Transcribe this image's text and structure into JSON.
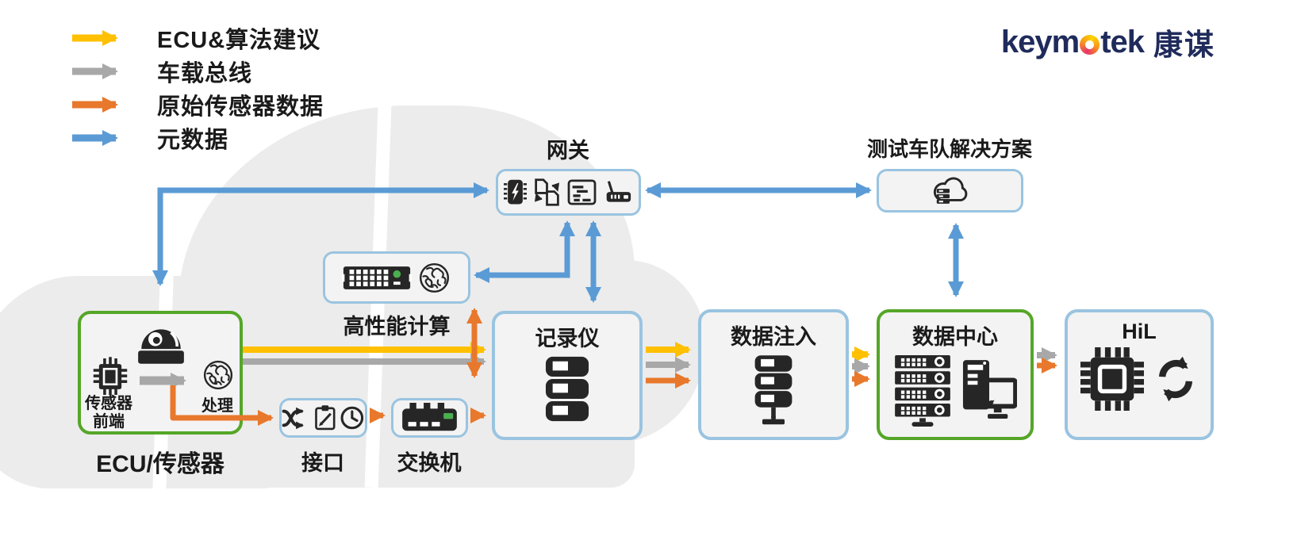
{
  "colors": {
    "yellow": "#FFC000",
    "gray": "#A8A8A8",
    "orange": "#E8782C",
    "blue": "#5B9BD5",
    "box_border": "#9AC4E0",
    "green": "#55A628",
    "box_fill": "#F3F3F3",
    "ink": "#262626",
    "blob": "#ECECEC",
    "navy": "#1F2B5B",
    "led": "#4BAE4F"
  },
  "legend": {
    "items": [
      {
        "label": "ECU&算法建议",
        "color": "yellow"
      },
      {
        "label": "车载总线",
        "color": "gray"
      },
      {
        "label": "原始传感器数据",
        "color": "orange"
      },
      {
        "label": "元数据",
        "color": "blue"
      }
    ]
  },
  "logo": {
    "brand_pre": "keym",
    "brand_post": "tek",
    "brand_cn": "康谋"
  },
  "nodes": {
    "gateway": {
      "label": "网关"
    },
    "fleet": {
      "label": "测试车队解决方案"
    },
    "hpc": {
      "label": "高性能计算"
    },
    "ecu": {
      "label": "ECU/传感器",
      "sensor_front_line1": "传感器",
      "sensor_front_line2": "前端",
      "processing": "处理"
    },
    "interface": {
      "label": "接口"
    },
    "switch": {
      "label": "交换机"
    },
    "recorder": {
      "label": "记录仪"
    },
    "injection": {
      "label": "数据注入"
    },
    "datacenter": {
      "label": "数据中心"
    },
    "hil": {
      "label": "HiL"
    }
  },
  "flows": [
    {
      "from": "gateway",
      "to": "ecu",
      "type": "元数据",
      "color": "blue",
      "bidirectional": true
    },
    {
      "from": "gateway",
      "to": "hpc",
      "type": "元数据",
      "color": "blue",
      "bidirectional": true
    },
    {
      "from": "gateway",
      "to": "recorder",
      "type": "元数据",
      "color": "blue",
      "bidirectional": true
    },
    {
      "from": "gateway",
      "to": "fleet",
      "type": "元数据",
      "color": "blue",
      "bidirectional": true
    },
    {
      "from": "fleet",
      "to": "datacenter",
      "type": "元数据",
      "color": "blue",
      "bidirectional": true
    },
    {
      "from": "ecu",
      "to": "recorder",
      "type": "ECU&算法建议",
      "color": "yellow",
      "bidirectional": false
    },
    {
      "from": "ecu",
      "to": "recorder",
      "type": "车载总线",
      "color": "gray",
      "bidirectional": false
    },
    {
      "from": "camera",
      "to": "processing",
      "type": "车载总线",
      "color": "gray",
      "bidirectional": false
    },
    {
      "from": "ecu",
      "to": "interface",
      "type": "原始传感器数据",
      "color": "orange",
      "bidirectional": false
    },
    {
      "from": "interface",
      "to": "switch",
      "type": "原始传感器数据",
      "color": "orange",
      "bidirectional": false
    },
    {
      "from": "switch",
      "to": "recorder",
      "type": "原始传感器数据",
      "color": "orange",
      "bidirectional": false
    },
    {
      "from": "hpc",
      "to": "recorder",
      "type": "原始传感器数据",
      "color": "orange",
      "bidirectional": true
    },
    {
      "from": "recorder",
      "to": "injection",
      "type": "ECU&算法建议 / 车载总线 / 原始传感器数据",
      "color": "yellow|gray|orange",
      "bidirectional": false
    },
    {
      "from": "injection",
      "to": "datacenter",
      "type": "ECU&算法建议 / 车载总线 / 原始传感器数据",
      "color": "yellow|gray|orange",
      "bidirectional": false
    },
    {
      "from": "datacenter",
      "to": "hil",
      "type": "车载总线 / 原始传感器数据",
      "color": "gray|orange",
      "bidirectional": false
    }
  ]
}
